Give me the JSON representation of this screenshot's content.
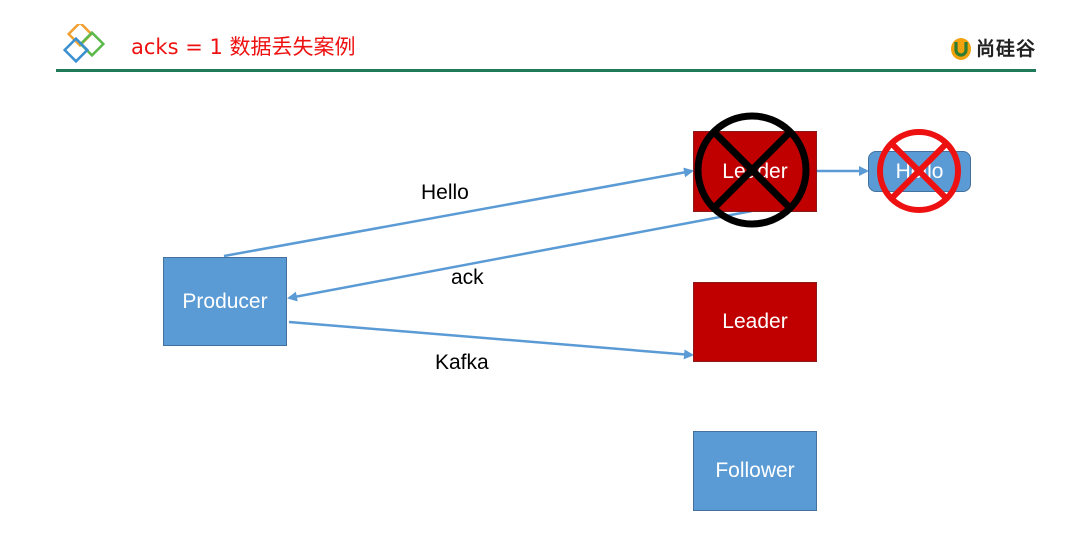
{
  "header": {
    "title": "acks = 1 数据丢失案例",
    "brand": "尚硅谷"
  },
  "nodes": {
    "producer": "Producer",
    "leader_failed": "Leader",
    "leader_new": "Leader",
    "follower": "Follower",
    "hello_message": "Hello"
  },
  "edges": {
    "hello": "Hello",
    "ack": "ack",
    "kafka": "Kafka"
  },
  "colors": {
    "node_blue": "#5b9bd5",
    "node_red": "#c00000",
    "arrow": "#5b9bd5",
    "title_red": "#ee1111",
    "rule_green": "#1f7a5a",
    "cross_black": "#000000",
    "cross_red": "#ee1111"
  },
  "icons": {
    "logo": "diamonds-logo-icon",
    "brand_mark": "brand-u-icon",
    "failure_mark_black": "crossed-circle-icon",
    "failure_mark_red": "crossed-circle-icon"
  }
}
